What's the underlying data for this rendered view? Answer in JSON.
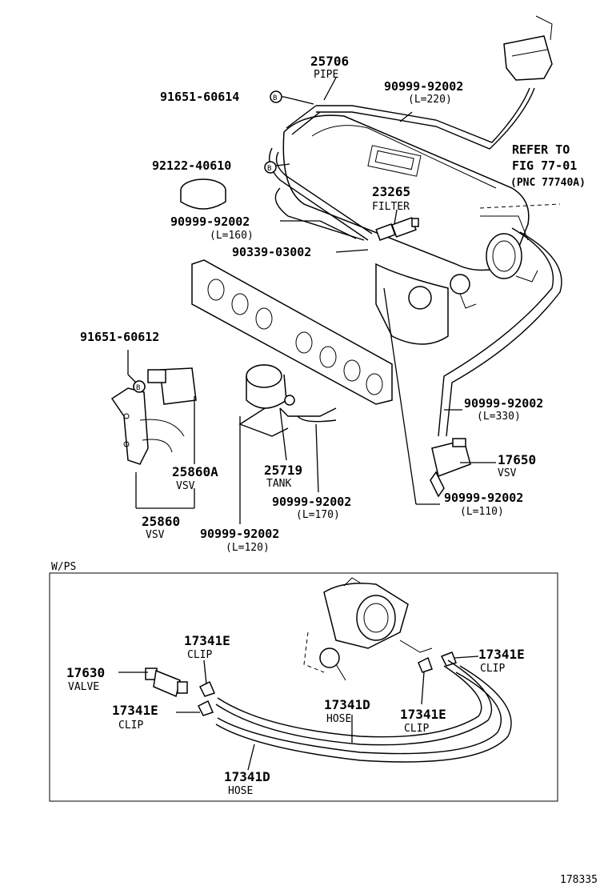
{
  "labels": {
    "pipe_25706": {
      "number": "25706",
      "name": "PIPE"
    },
    "bolt_91651_60614": {
      "number": "91651-60614",
      "mark": "B"
    },
    "hose_top": {
      "number": "90999-92002",
      "length": "(L=220)"
    },
    "refer": {
      "line1": "REFER TO",
      "line2": "FIG 77-01",
      "line3": "(PNC 77740A)"
    },
    "bolt_92122_40610": {
      "number": "92122-40610",
      "mark": "B"
    },
    "filter_23265": {
      "number": "23265",
      "name": "FILTER"
    },
    "hose_160": {
      "number": "90999-92002",
      "length": "(L=160)"
    },
    "clamp_90339": {
      "number": "90339-03002"
    },
    "bolt_91651_60612": {
      "number": "91651-60612",
      "mark": "B"
    },
    "hose_330": {
      "number": "90999-92002",
      "length": "(L=330)"
    },
    "vsv_17650": {
      "number": "17650",
      "name": "VSV"
    },
    "vsv_25860a": {
      "number": "25860A",
      "name": "VSV"
    },
    "tank_25719": {
      "number": "25719",
      "name": "TANK"
    },
    "vsv_25860": {
      "number": "25860",
      "name": "VSV"
    },
    "hose_170": {
      "number": "90999-92002",
      "length": "(L=170)"
    },
    "hose_110": {
      "number": "90999-92002",
      "length": "(L=110)"
    },
    "hose_120": {
      "number": "90999-92002",
      "length": "(L=120)"
    }
  },
  "inset": {
    "title": "W/PS",
    "clip_a": {
      "number": "17341E",
      "name": "CLIP"
    },
    "valve": {
      "number": "17630",
      "name": "VALVE"
    },
    "clip_b": {
      "number": "17341E",
      "name": "CLIP"
    },
    "hose_d1": {
      "number": "17341D",
      "name": "HOSE"
    },
    "clip_c": {
      "number": "17341E",
      "name": "CLIP"
    },
    "clip_d": {
      "number": "17341E",
      "name": "CLIP"
    },
    "hose_d2": {
      "number": "17341D",
      "name": "HOSE"
    }
  },
  "figure_id": "178335"
}
